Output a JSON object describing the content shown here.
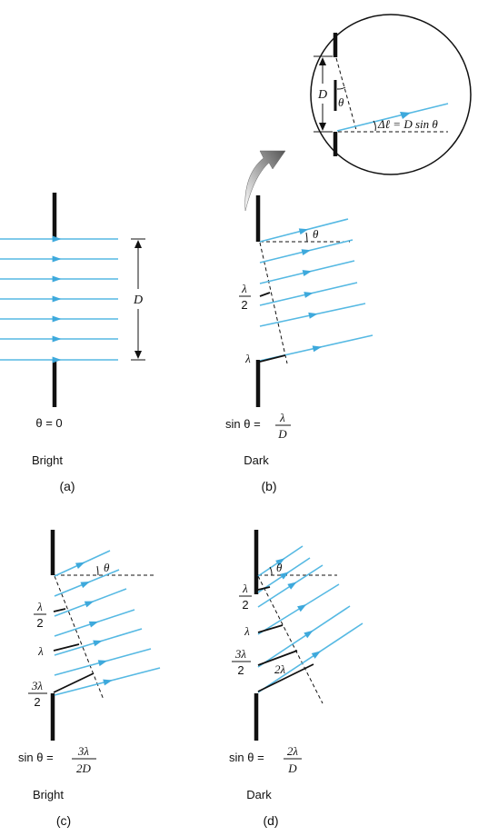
{
  "panels": {
    "a": {
      "letter": "(a)",
      "state": "Bright",
      "condition": "θ = 0",
      "dim_label": "D"
    },
    "b": {
      "letter": "(b)",
      "state": "Dark",
      "cond_prefix": "sin θ =",
      "cond_num": "λ",
      "cond_den": "D",
      "theta": "θ",
      "half_num": "λ",
      "half_den": "2",
      "lambda": "λ"
    },
    "c": {
      "letter": "(c)",
      "state": "Bright",
      "cond_prefix": "sin θ =",
      "cond_num": "3λ",
      "cond_den": "2D",
      "theta": "θ",
      "half_num": "λ",
      "half_den": "2",
      "lambda": "λ",
      "three_half_num": "3λ",
      "three_half_den": "2"
    },
    "d": {
      "letter": "(d)",
      "state": "Dark",
      "cond_prefix": "sin θ =",
      "cond_num": "2λ",
      "cond_den": "D",
      "theta": "θ",
      "half_num": "λ",
      "half_den": "2",
      "lambda": "λ",
      "three_half_num": "3λ",
      "three_half_den": "2",
      "two_lambda": "2λ"
    },
    "inset": {
      "dim_label": "D",
      "theta": "θ",
      "path_diff": "Δℓ = D sin θ"
    }
  },
  "colors": {
    "ray": "#56b9e3",
    "arrow": "#3ea9dc",
    "curved_arrow": "#5a5a5a"
  }
}
